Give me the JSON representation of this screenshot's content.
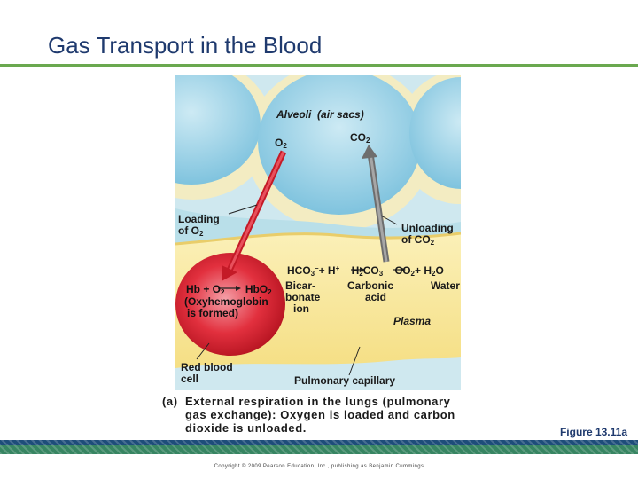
{
  "slide": {
    "title": "Gas Transport in the Blood",
    "figure_id": "Figure 13.11a",
    "copyright": "Copyright © 2009 Pearson Education, Inc., publishing as Benjamin Cummings"
  },
  "diagram": {
    "alveoli": {
      "name": "Alveoli",
      "paren": "(air  sacs)",
      "o2": "O",
      "o2_sub": "2",
      "co2": "CO",
      "co2_sub": "2"
    },
    "loading": {
      "line1": "Loading",
      "line2": "of O",
      "sub": "2"
    },
    "unloading": {
      "line1": "Unloading",
      "line2": "of CO",
      "sub": "2"
    },
    "rbc": {
      "reaction": "Hb + O",
      "reaction_sub": "2",
      "product": "HbO",
      "product_sub": "2",
      "paren1": "(Oxyhemoglobin",
      "paren2": "is formed)"
    },
    "equation": {
      "hco3": "HCO",
      "hco3_sub": "3",
      "hco3_sup": "–",
      "plus_h": "+ H",
      "h_sup": "+",
      "h2co3_a": "H",
      "h2co3_sub1": "2",
      "h2co3_b": "CO",
      "h2co3_sub2": "3",
      "co2": "CO",
      "co2_sub": "2",
      "plus_h2o": "+ H",
      "h2o_sub": "2",
      "h2o_o": "O"
    },
    "bicarbonate": {
      "line1": "Bicar-",
      "line2": "bonate",
      "line3": "ion"
    },
    "carbonic": {
      "line1": "Carbonic",
      "line2": "acid"
    },
    "water": "Water",
    "plasma": "Plasma",
    "red_blood_cell": {
      "line1": "Red blood",
      "line2": "cell"
    },
    "pulmonary_capillary": "Pulmonary capillary",
    "colors": {
      "alveolus_fill": "#a8d8ea",
      "alveolus_wall": "#f3ecc2",
      "plasma": "#f7e69a",
      "rbc": "#d8202f",
      "o2_arrow": "#d8202f",
      "co2_arrow": "#8a8a8a"
    }
  },
  "caption": {
    "tag": "(a)",
    "line1": "External respiration in the lungs (pulmonary",
    "line2": "gas exchange): Oxygen is loaded and carbon",
    "line3": "dioxide is unloaded."
  }
}
